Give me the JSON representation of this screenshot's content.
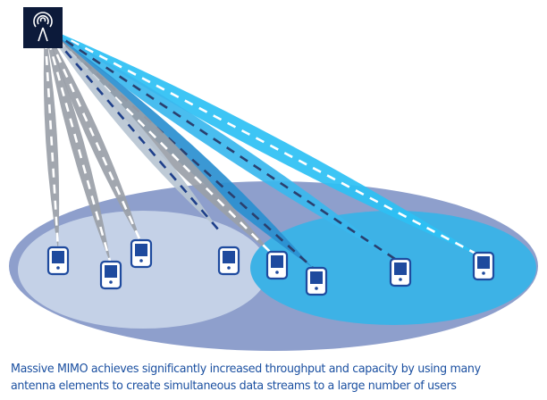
{
  "caption": {
    "line1": "Massive MIMO achieves significantly increased throughput and capacity by using many",
    "line2": "antenna elements to create simultaneous data streams to a large number of users"
  },
  "icons": {
    "base_station": "antenna-tower-icon",
    "device": "smartphone-icon"
  },
  "colors": {
    "tower_bg": "#0c1a3a",
    "outer_zone": "#8e9fcc",
    "left_zone": "#c4d1e7",
    "right_zone": "#3db2e6",
    "gray_beam": "#9aa0a8",
    "cyan_beam": "#2cc0f4",
    "blue_beam": "#2a8fd0",
    "phone": "#1e4a9e",
    "caption": "#1a4fa0"
  },
  "device_count": 8
}
